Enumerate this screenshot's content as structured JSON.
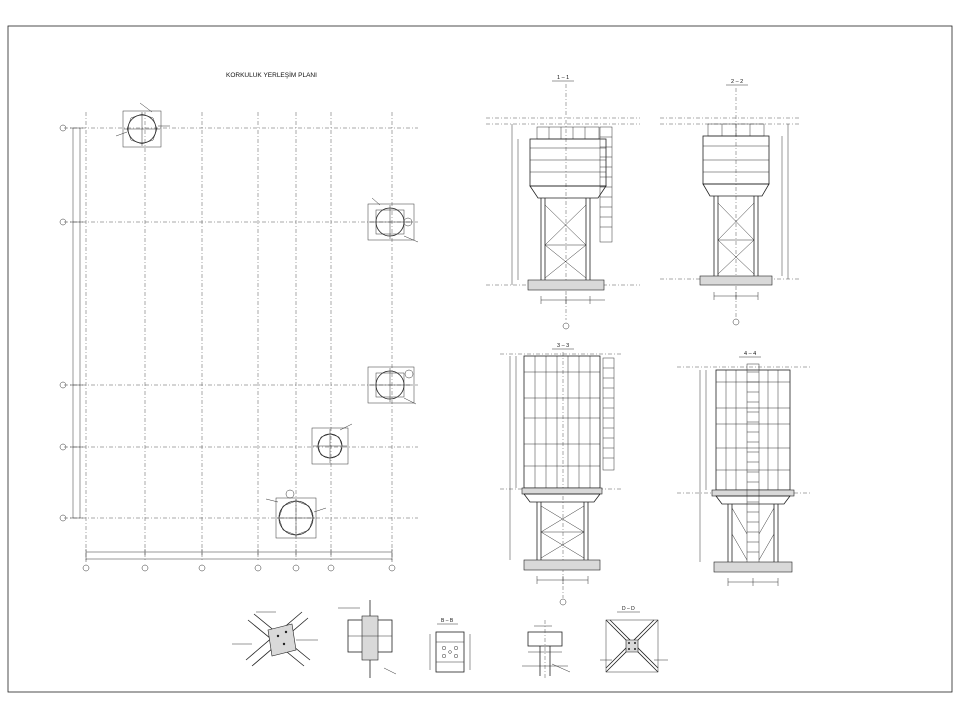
{
  "plan": {
    "title": "KORKULUK YERLEŞİM PLANI"
  },
  "sections": {
    "s1": {
      "title": "1 – 1"
    },
    "s2": {
      "title": "2 – 2"
    },
    "s3": {
      "title": "3 – 3"
    },
    "s4": {
      "title": "4 – 4"
    }
  },
  "details": {
    "b": {
      "title": "B – B"
    },
    "d": {
      "title": "D – D"
    }
  }
}
